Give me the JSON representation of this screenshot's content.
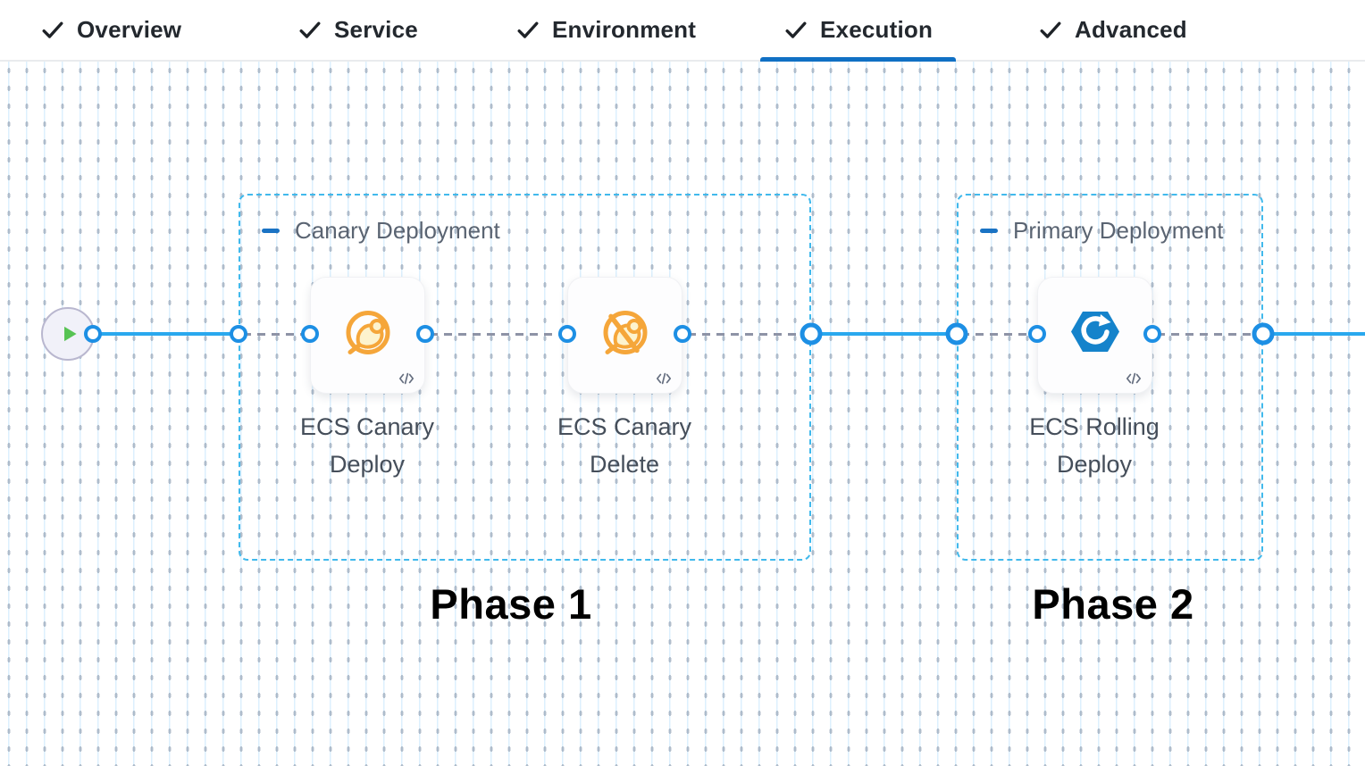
{
  "header": {
    "tabs": [
      {
        "label": "Overview",
        "checked": true,
        "active": false
      },
      {
        "label": "Service",
        "checked": true,
        "active": false
      },
      {
        "label": "Environment",
        "checked": true,
        "active": false
      },
      {
        "label": "Execution",
        "checked": true,
        "active": true
      },
      {
        "label": "Advanced",
        "checked": true,
        "active": false
      }
    ]
  },
  "canvas": {
    "start_node": {
      "icon": "play-icon"
    },
    "groups": [
      {
        "title": "Canary Deployment",
        "phase_label": "Phase 1",
        "steps": [
          {
            "title": "ECS Canary Deploy",
            "icon": "canary-icon"
          },
          {
            "title": "ECS Canary Delete",
            "icon": "canary-slash-icon"
          }
        ]
      },
      {
        "title": "Primary Deployment",
        "phase_label": "Phase 2",
        "steps": [
          {
            "title": "ECS Rolling Deploy",
            "icon": "ecs-rolling-icon"
          }
        ]
      }
    ]
  },
  "colors": {
    "active_tab_underline": "#1070C4",
    "flow_line_blue": "#29A8EE",
    "node_ring_blue": "#1D8FE4",
    "group_border_blue": "#41B9EC",
    "canary_orange": "#F5A63A",
    "ecs_blue": "#1583CB",
    "play_green": "#57C353",
    "grid_line_blue": "#82C8FA"
  }
}
